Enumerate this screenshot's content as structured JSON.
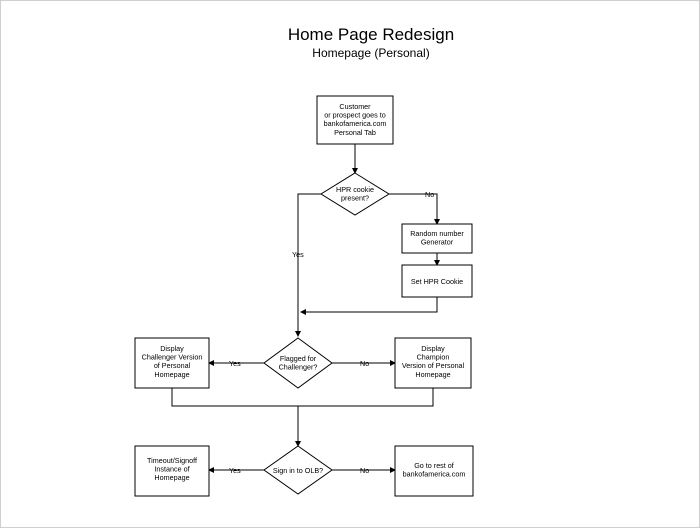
{
  "title": "Home Page Redesign",
  "subtitle": "Homepage (Personal)",
  "nodes": {
    "start": [
      "Customer",
      "or prospect goes to",
      "bankofamerica.com",
      "Personal Tab"
    ],
    "hpr_cookie": [
      "HPR cookie",
      "present?"
    ],
    "random_gen": [
      "Random number",
      "Generator"
    ],
    "set_cookie": [
      "Set HPR Cookie"
    ],
    "flagged": [
      "Flagged for",
      "Challenger?"
    ],
    "challenger": [
      "Display",
      "Challenger Version",
      "of Personal",
      "Homepage"
    ],
    "champion": [
      "Display",
      "Champion",
      "Version of Personal",
      "Homepage"
    ],
    "sign_in": [
      "Sign in to OLB?"
    ],
    "timeout": [
      "Timeout/Signoff",
      "Instance of",
      "Homepage"
    ],
    "rest": [
      "Go to rest of",
      "bankofamerica.com"
    ]
  },
  "edge_labels": {
    "hpr_no": "No",
    "hpr_yes": "Yes",
    "flagged_yes": "Yes",
    "flagged_no": "No",
    "sign_yes": "Yes",
    "sign_no": "No"
  }
}
